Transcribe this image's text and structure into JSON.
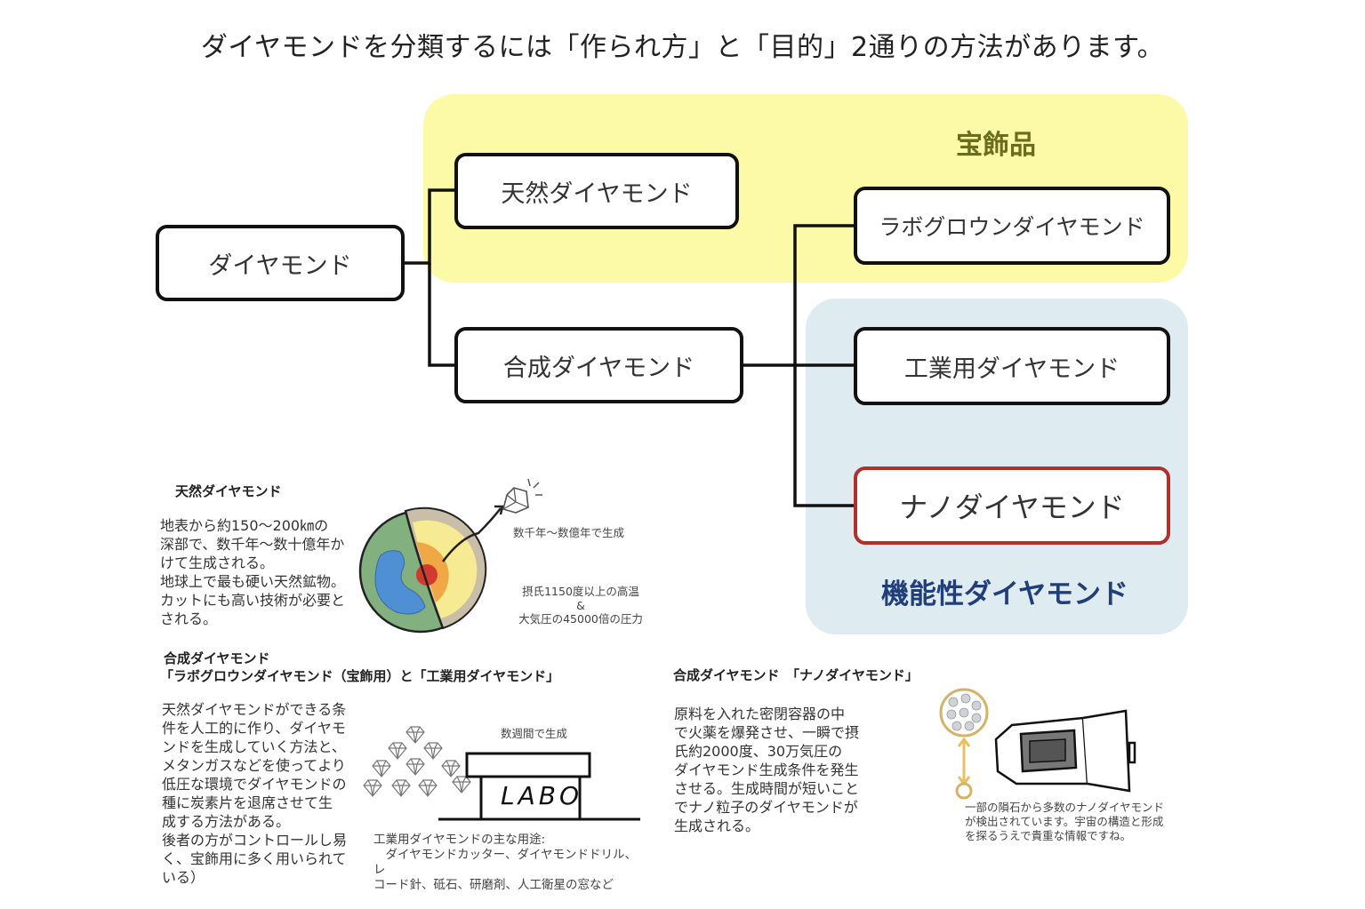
{
  "title": "ダイヤモンドを分類するには「作られ方」と「目的」2通りの方法があります。",
  "regions": {
    "jewelry": {
      "label": "宝飾品",
      "color": "#fcfaa6",
      "label_color": "#6b6d1e"
    },
    "functional": {
      "label": "機能性ダイヤモンド",
      "color": "#deebf1",
      "label_color": "#203f7a"
    }
  },
  "tree": {
    "root": "ダイヤモンド",
    "natural": "天然ダイヤモンド",
    "synthetic": "合成ダイヤモンド",
    "labgrown": "ラボグロウンダイヤモンド",
    "industrial": "工業用ダイヤモンド",
    "nano": "ナノダイヤモンド",
    "highlight_color": "#b0302a"
  },
  "natural_section": {
    "heading": "天然ダイヤモンド",
    "body": "地表から約150～200㎞の\n深部で、数千年～数十億年か\nけて生成される。\n地球上で最も硬い天然鉱物。\nカットにも高い技術が必要と\nされる。",
    "caption_time": "数千年～数億年で生成",
    "caption_conditions_1": "摂氏1150度以上の高温",
    "caption_conditions_2": "&",
    "caption_conditions_3": "大気圧の45000倍の圧力",
    "illustration": "earth-cross-section-icon"
  },
  "synthetic_section": {
    "heading_1": "合成ダイヤモンド",
    "heading_2": "「ラボグロウンダイヤモンド（宝飾用）と「工業用ダイヤモンド」",
    "body": "天然ダイヤモンドができる条\n件を人工的に作り、ダイヤモ\nンドを生成していく方法と、\nメタンガスなどを使ってより\n低圧な環境でダイヤモンドの\n種に炭素片を退席させて生\n成する方法がある。\n後者の方がコントロールし易\nく、宝飾用に多く用いられて\nいる）",
    "caption_time": "数週間で生成",
    "labo_sign": "LABO",
    "uses_title": "工業用ダイヤモンドの主な用途:",
    "uses_body": "　ダイヤモンドカッター、ダイヤモンドドリル、レ\nコード針、砥石、研磨剤、人工衛星の窓など"
  },
  "nano_section": {
    "heading": "合成ダイヤモンド　「ナノダイヤモンド」",
    "body": "原料を入れた密閉容器の中\nで火薬を爆発させ、一瞬で摂\n氏約2000度、30万気圧の\nダイヤモンド生成条件を発生\nさせる。生成時間が短いこと\nでナノ粒子のダイヤモンドが\n生成される。",
    "caption": "一部の隕石から多数のナノダイヤモンド\nが検出されています。宇宙の構造と形成\nを探るうえで貴重な情報ですね。"
  }
}
